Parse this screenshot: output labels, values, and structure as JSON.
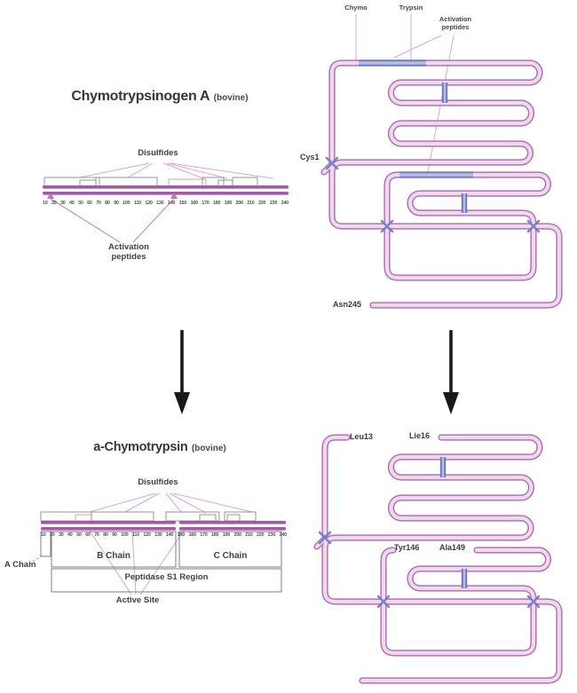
{
  "zymogen": {
    "title": "Chymotrypsinogen A",
    "title_suffix": "(bovine)",
    "disulfides_label": "Disulfides",
    "activation_label_line1": "Activation",
    "activation_label_line2": "peptides",
    "ruler": [
      "10",
      "20",
      "30",
      "40",
      "50",
      "60",
      "70",
      "80",
      "90",
      "100",
      "110",
      "120",
      "130",
      "140",
      "150",
      "160",
      "170",
      "180",
      "190",
      "200",
      "210",
      "220",
      "230",
      "240"
    ]
  },
  "enzyme": {
    "title": "a-Chymotrypsin",
    "title_suffix": "(bovine)",
    "disulfides_label": "Disulfides",
    "a_chain_label": "A Chain",
    "b_chain_label": "B Chain",
    "c_chain_label": "C Chain",
    "peptidase_label": "Peptidase S1 Region",
    "active_site_label": "Active Site",
    "ruler": [
      "10",
      "20",
      "30",
      "40",
      "50",
      "60",
      "70",
      "80",
      "90",
      "100",
      "110",
      "120",
      "130",
      "140",
      "150",
      "160",
      "170",
      "180",
      "190",
      "200",
      "210",
      "220",
      "230",
      "240"
    ]
  },
  "zymogen_fold": {
    "chymo_label": "Chymo",
    "trypsin_label": "Trypsin",
    "activation_label_line1": "Activation",
    "activation_label_line2": "peptides",
    "n_terminus": "Cys1",
    "c_terminus": "Asn245"
  },
  "enzyme_fold": {
    "leu13": "Leu13",
    "ile16": "Lie16",
    "tyr146": "Tyr146",
    "ala149": "Ala149"
  },
  "colors": {
    "tube": "#b172b1",
    "tubeFill": "#eed9ee",
    "blue": "#7177c1",
    "blueFill": "#b9bde4",
    "bar": "#a558a5",
    "leader": "#d394cb",
    "leaderB": "#b77ab7",
    "boxline": "#8c8c8c",
    "pinkbox": "#dc9898",
    "ink": "#3c3c3c",
    "arrow": "#191919"
  }
}
